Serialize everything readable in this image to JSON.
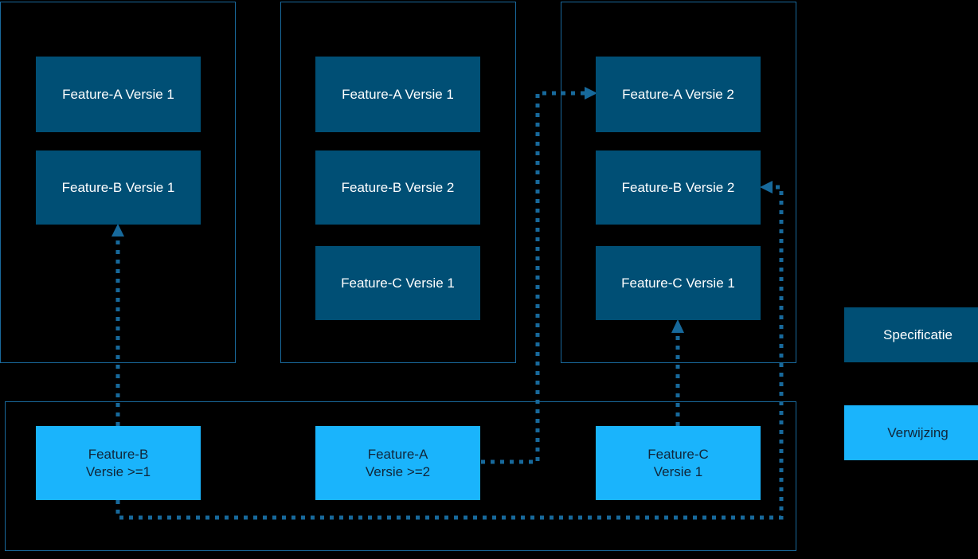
{
  "diagram": {
    "title_present": false,
    "background_color": "#000000",
    "colors": {
      "specification_fill": "#004F75",
      "specification_text": "#FFFFFF",
      "reference_fill": "#1AB4FC",
      "reference_text": "#10263A",
      "container_border": "#19699C",
      "edge": "#17699B"
    },
    "containers": [
      {
        "id": "container-left",
        "label": ""
      },
      {
        "id": "container-middle",
        "label": ""
      },
      {
        "id": "container-right",
        "label": ""
      },
      {
        "id": "container-bottom",
        "label": ""
      }
    ],
    "specification_nodes": [
      {
        "id": "left-a1",
        "label": "Feature-A Versie 1"
      },
      {
        "id": "left-b1",
        "label": "Feature-B Versie 1"
      },
      {
        "id": "mid-a1",
        "label": "Feature-A Versie 1"
      },
      {
        "id": "mid-b2",
        "label": "Feature-B Versie 2"
      },
      {
        "id": "mid-c1",
        "label": "Feature-C Versie 1"
      },
      {
        "id": "right-a2",
        "label": "Feature-A Versie 2"
      },
      {
        "id": "right-b2",
        "label": "Feature-B Versie 2"
      },
      {
        "id": "right-c1",
        "label": "Feature-C Versie 1"
      }
    ],
    "reference_nodes": [
      {
        "id": "ref-b",
        "label": "Feature-B\nVersie >=1"
      },
      {
        "id": "ref-a",
        "label": "Feature-A\nVersie >=2"
      },
      {
        "id": "ref-c",
        "label": "Feature-C\nVersie 1"
      }
    ],
    "legend": [
      {
        "id": "legend-specification",
        "label": "Specificatie",
        "type": "specification"
      },
      {
        "id": "legend-verwijzing",
        "label": "Verwijzing",
        "type": "reference"
      }
    ],
    "edges": [
      {
        "id": "edge-refb-to-leftb1",
        "from": "ref-b",
        "to": "left-b1",
        "style": "dotted",
        "arrow": "up"
      },
      {
        "id": "edge-refa-to-righta2",
        "from": "ref-a",
        "to": "right-a2",
        "style": "dotted",
        "arrow": "right"
      },
      {
        "id": "edge-refc-to-rightc1",
        "from": "ref-c",
        "to": "right-c1",
        "style": "dotted",
        "arrow": "up"
      },
      {
        "id": "edge-refb-to-rightb2",
        "from": "ref-b",
        "to": "right-b2",
        "style": "dotted",
        "arrow": "left"
      }
    ]
  }
}
